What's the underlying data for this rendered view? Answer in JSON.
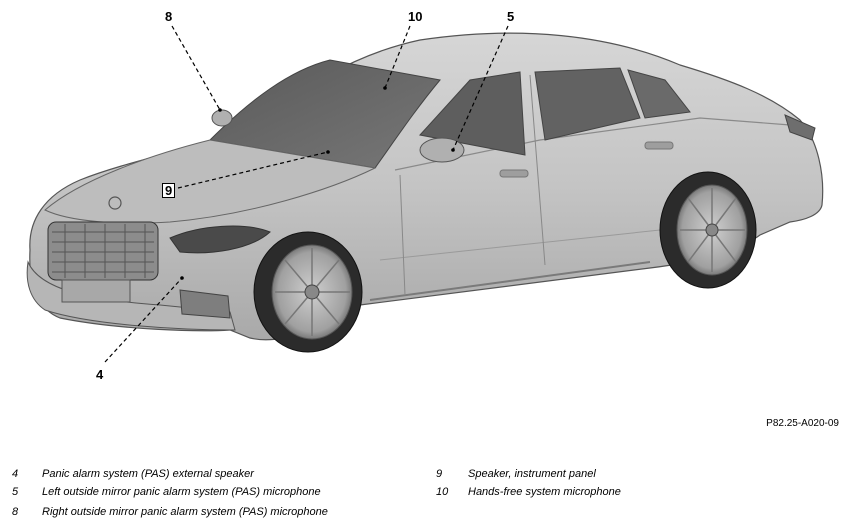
{
  "callouts": [
    {
      "id": "8",
      "label": "8"
    },
    {
      "id": "10",
      "label": "10"
    },
    {
      "id": "5",
      "label": "5"
    },
    {
      "id": "9",
      "label": "9"
    },
    {
      "id": "4",
      "label": "4"
    }
  ],
  "figure_code": "P82.25-A020-09",
  "legend": {
    "left": [
      {
        "num": "4",
        "text": "Panic alarm system (PAS) external speaker"
      },
      {
        "num": "5",
        "text": "Left outside mirror panic alarm system (PAS) microphone"
      },
      {
        "num": "8",
        "text": "Right outside mirror panic alarm system (PAS) microphone"
      }
    ],
    "right": [
      {
        "num": "9",
        "text": "Speaker, instrument panel"
      },
      {
        "num": "10",
        "text": "Hands-free system microphone"
      }
    ]
  }
}
